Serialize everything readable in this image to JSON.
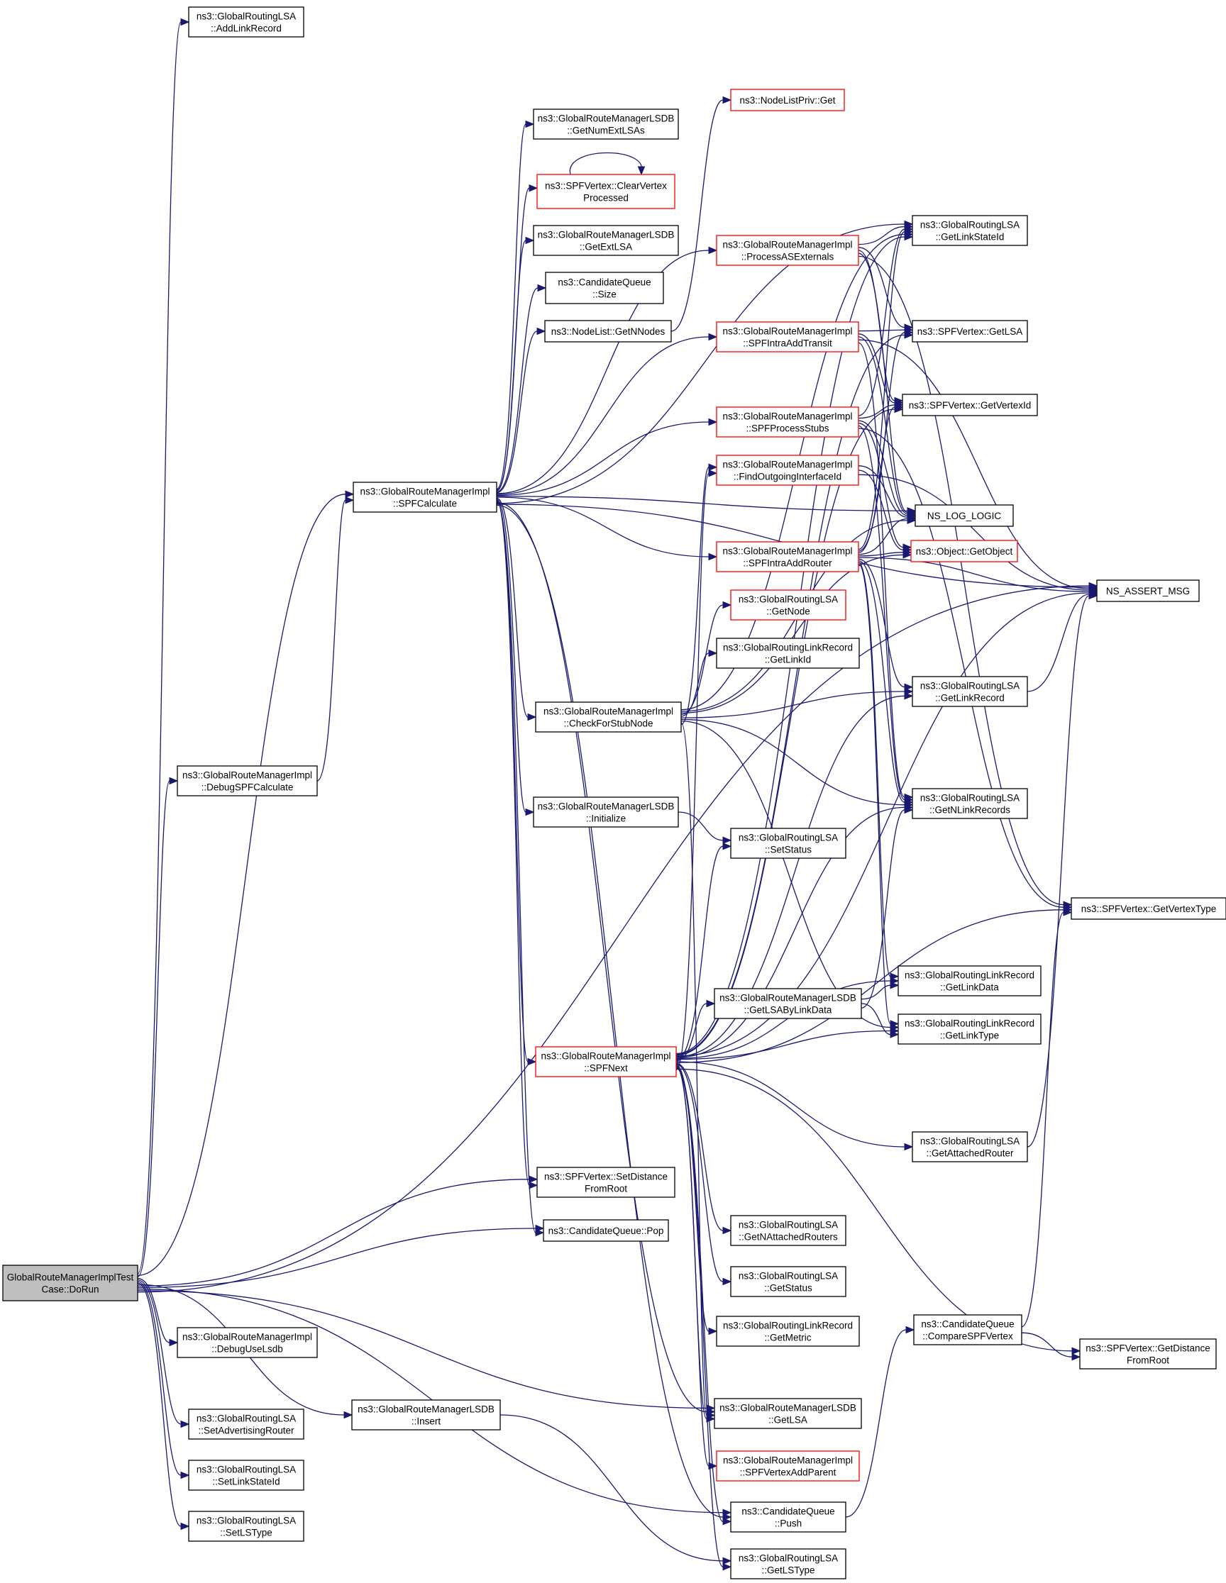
{
  "nodes": [
    {
      "id": "root",
      "lines": [
        "GlobalRouteManagerImplTest",
        "Case::DoRun"
      ],
      "style": "root"
    },
    {
      "id": "addlink",
      "lines": [
        "ns3::GlobalRoutingLSA",
        "::AddLinkRecord"
      ],
      "style": "normal"
    },
    {
      "id": "spfcalc",
      "lines": [
        "ns3::GlobalRouteManagerImpl",
        "::SPFCalculate"
      ],
      "style": "normal"
    },
    {
      "id": "debugspf",
      "lines": [
        "ns3::GlobalRouteManagerImpl",
        "::DebugSPFCalculate"
      ],
      "style": "normal"
    },
    {
      "id": "debuguse",
      "lines": [
        "ns3::GlobalRouteManagerImpl",
        "::DebugUseLsdb"
      ],
      "style": "normal"
    },
    {
      "id": "setadv",
      "lines": [
        "ns3::GlobalRoutingLSA",
        "::SetAdvertisingRouter"
      ],
      "style": "normal"
    },
    {
      "id": "setlsid",
      "lines": [
        "ns3::GlobalRoutingLSA",
        "::SetLinkStateId"
      ],
      "style": "normal"
    },
    {
      "id": "setlstype",
      "lines": [
        "ns3::GlobalRoutingLSA",
        "::SetLSType"
      ],
      "style": "normal"
    },
    {
      "id": "lsdbinsert",
      "lines": [
        "ns3::GlobalRouteManagerLSDB",
        "::Insert"
      ],
      "style": "normal"
    },
    {
      "id": "getnumext",
      "lines": [
        "ns3::GlobalRouteManagerLSDB",
        "::GetNumExtLSAs"
      ],
      "style": "normal"
    },
    {
      "id": "clearvp",
      "lines": [
        "ns3::SPFVertex::ClearVertex",
        "Processed"
      ],
      "style": "red"
    },
    {
      "id": "getextlsa",
      "lines": [
        "ns3::GlobalRouteManagerLSDB",
        "::GetExtLSA"
      ],
      "style": "normal"
    },
    {
      "id": "cqsize",
      "lines": [
        "ns3::CandidateQueue",
        "::Size"
      ],
      "style": "normal"
    },
    {
      "id": "getnnodes",
      "lines": [
        "ns3::NodeList::GetNNodes"
      ],
      "style": "normal"
    },
    {
      "id": "checkstub",
      "lines": [
        "ns3::GlobalRouteManagerImpl",
        "::CheckForStubNode"
      ],
      "style": "normal"
    },
    {
      "id": "lsdbinit",
      "lines": [
        "ns3::GlobalRouteManagerLSDB",
        "::Initialize"
      ],
      "style": "normal"
    },
    {
      "id": "spfnext",
      "lines": [
        "ns3::GlobalRouteManagerImpl",
        "::SPFNext"
      ],
      "style": "red"
    },
    {
      "id": "setdist",
      "lines": [
        "ns3::SPFVertex::SetDistance",
        "FromRoot"
      ],
      "style": "normal"
    },
    {
      "id": "cqpop",
      "lines": [
        "ns3::CandidateQueue::Pop"
      ],
      "style": "normal"
    },
    {
      "id": "nodelistpriv",
      "lines": [
        "ns3::NodeListPriv::Get"
      ],
      "style": "red"
    },
    {
      "id": "procasext",
      "lines": [
        "ns3::GlobalRouteManagerImpl",
        "::ProcessASExternals"
      ],
      "style": "red"
    },
    {
      "id": "intratransit",
      "lines": [
        "ns3::GlobalRouteManagerImpl",
        "::SPFIntraAddTransit"
      ],
      "style": "red"
    },
    {
      "id": "procstubs",
      "lines": [
        "ns3::GlobalRouteManagerImpl",
        "::SPFProcessStubs"
      ],
      "style": "red"
    },
    {
      "id": "findoutif",
      "lines": [
        "ns3::GlobalRouteManagerImpl",
        "::FindOutgoingInterfaceId"
      ],
      "style": "red"
    },
    {
      "id": "intrarouter",
      "lines": [
        "ns3::GlobalRouteManagerImpl",
        "::SPFIntraAddRouter"
      ],
      "style": "red"
    },
    {
      "id": "lsagetnode",
      "lines": [
        "ns3::GlobalRoutingLSA",
        "::GetNode"
      ],
      "style": "red"
    },
    {
      "id": "getlinkid",
      "lines": [
        "ns3::GlobalRoutingLinkRecord",
        "::GetLinkId"
      ],
      "style": "normal"
    },
    {
      "id": "setstatus",
      "lines": [
        "ns3::GlobalRoutingLSA",
        "::SetStatus"
      ],
      "style": "normal"
    },
    {
      "id": "getlsabyld",
      "lines": [
        "ns3::GlobalRouteManagerLSDB",
        "::GetLSAByLinkData"
      ],
      "style": "normal"
    },
    {
      "id": "getnattached",
      "lines": [
        "ns3::GlobalRoutingLSA",
        "::GetNAttachedRouters"
      ],
      "style": "normal"
    },
    {
      "id": "lsagetstatus",
      "lines": [
        "ns3::GlobalRoutingLSA",
        "::GetStatus"
      ],
      "style": "normal"
    },
    {
      "id": "getmetric",
      "lines": [
        "ns3::GlobalRoutingLinkRecord",
        "::GetMetric"
      ],
      "style": "normal"
    },
    {
      "id": "lsdbgetlsa",
      "lines": [
        "ns3::GlobalRouteManagerLSDB",
        "::GetLSA"
      ],
      "style": "normal"
    },
    {
      "id": "addparent",
      "lines": [
        "ns3::GlobalRouteManagerImpl",
        "::SPFVertexAddParent"
      ],
      "style": "red"
    },
    {
      "id": "cqpush",
      "lines": [
        "ns3::CandidateQueue",
        "::Push"
      ],
      "style": "normal"
    },
    {
      "id": "getlstype",
      "lines": [
        "ns3::GlobalRoutingLSA",
        "::GetLSType"
      ],
      "style": "normal"
    },
    {
      "id": "getlsid",
      "lines": [
        "ns3::GlobalRoutingLSA",
        "::GetLinkStateId"
      ],
      "style": "normal"
    },
    {
      "id": "vgetlsa",
      "lines": [
        "ns3::SPFVertex::GetLSA"
      ],
      "style": "normal"
    },
    {
      "id": "vgetvid",
      "lines": [
        "ns3::SPFVertex::GetVertexId"
      ],
      "style": "normal"
    },
    {
      "id": "nslog",
      "lines": [
        "NS_LOG_LOGIC"
      ],
      "style": "normal"
    },
    {
      "id": "getobject",
      "lines": [
        "ns3::Object::GetObject"
      ],
      "style": "red"
    },
    {
      "id": "getlinkrec",
      "lines": [
        "ns3::GlobalRoutingLSA",
        "::GetLinkRecord"
      ],
      "style": "normal"
    },
    {
      "id": "getnlinkrecs",
      "lines": [
        "ns3::GlobalRoutingLSA",
        "::GetNLinkRecords"
      ],
      "style": "normal"
    },
    {
      "id": "getlinkdata",
      "lines": [
        "ns3::GlobalRoutingLinkRecord",
        "::GetLinkData"
      ],
      "style": "normal"
    },
    {
      "id": "getlinktype",
      "lines": [
        "ns3::GlobalRoutingLinkRecord",
        "::GetLinkType"
      ],
      "style": "normal"
    },
    {
      "id": "getattached",
      "lines": [
        "ns3::GlobalRoutingLSA",
        "::GetAttachedRouter"
      ],
      "style": "normal"
    },
    {
      "id": "cmpspf",
      "lines": [
        "ns3::CandidateQueue",
        "::CompareSPFVertex"
      ],
      "style": "normal"
    },
    {
      "id": "nsassert",
      "lines": [
        "NS_ASSERT_MSG"
      ],
      "style": "normal"
    },
    {
      "id": "getvtype",
      "lines": [
        "ns3::SPFVertex::GetVertexType"
      ],
      "style": "normal"
    },
    {
      "id": "getdist",
      "lines": [
        "ns3::SPFVertex::GetDistance",
        "FromRoot"
      ],
      "style": "normal"
    }
  ],
  "edges": [
    [
      "root",
      "addlink"
    ],
    [
      "root",
      "spfcalc"
    ],
    [
      "root",
      "debugspf"
    ],
    [
      "root",
      "debuguse"
    ],
    [
      "root",
      "setadv"
    ],
    [
      "root",
      "setlsid"
    ],
    [
      "root",
      "setlstype"
    ],
    [
      "root",
      "lsdbinsert"
    ],
    [
      "root",
      "setdist"
    ],
    [
      "root",
      "cqpop"
    ],
    [
      "root",
      "cqpush"
    ],
    [
      "root",
      "lsdbgetlsa"
    ],
    [
      "root",
      "nsassert"
    ],
    [
      "debugspf",
      "spfcalc"
    ],
    [
      "lsdbinsert",
      "getlstype"
    ],
    [
      "spfcalc",
      "getnumext"
    ],
    [
      "spfcalc",
      "clearvp"
    ],
    [
      "spfcalc",
      "getextlsa"
    ],
    [
      "spfcalc",
      "cqsize"
    ],
    [
      "spfcalc",
      "getnnodes"
    ],
    [
      "spfcalc",
      "procasext"
    ],
    [
      "spfcalc",
      "intratransit"
    ],
    [
      "spfcalc",
      "procstubs"
    ],
    [
      "spfcalc",
      "nslog"
    ],
    [
      "spfcalc",
      "intrarouter"
    ],
    [
      "spfcalc",
      "checkstub"
    ],
    [
      "spfcalc",
      "lsdbinit"
    ],
    [
      "spfcalc",
      "spfnext"
    ],
    [
      "spfcalc",
      "setdist"
    ],
    [
      "spfcalc",
      "cqpop"
    ],
    [
      "spfcalc",
      "lsdbgetlsa"
    ],
    [
      "spfcalc",
      "getlsid"
    ],
    [
      "spfcalc",
      "nsassert"
    ],
    [
      "spfcalc",
      "cqpush"
    ],
    [
      "clearvp",
      "clearvp"
    ],
    [
      "getnnodes",
      "nodelistpriv"
    ],
    [
      "procasext",
      "getlsid"
    ],
    [
      "procasext",
      "vgetlsa"
    ],
    [
      "procasext",
      "vgetvid"
    ],
    [
      "procasext",
      "nslog"
    ],
    [
      "procasext",
      "getvtype"
    ],
    [
      "intratransit",
      "vgetlsa"
    ],
    [
      "intratransit",
      "vgetvid"
    ],
    [
      "intratransit",
      "nslog"
    ],
    [
      "intratransit",
      "nsassert"
    ],
    [
      "intratransit",
      "getnlinkrecs"
    ],
    [
      "procstubs",
      "getlsid"
    ],
    [
      "procstubs",
      "vgetvid"
    ],
    [
      "procstubs",
      "nslog"
    ],
    [
      "procstubs",
      "getobject"
    ],
    [
      "procstubs",
      "getnlinkrecs"
    ],
    [
      "procstubs",
      "getvtype"
    ],
    [
      "findoutif",
      "nslog"
    ],
    [
      "findoutif",
      "getobject"
    ],
    [
      "findoutif",
      "nsassert"
    ],
    [
      "intrarouter",
      "getlsid"
    ],
    [
      "intrarouter",
      "vgetlsa"
    ],
    [
      "intrarouter",
      "vgetvid"
    ],
    [
      "intrarouter",
      "nslog"
    ],
    [
      "intrarouter",
      "getobject"
    ],
    [
      "intrarouter",
      "nsassert"
    ],
    [
      "intrarouter",
      "getlinkrec"
    ],
    [
      "intrarouter",
      "getnlinkrecs"
    ],
    [
      "intrarouter",
      "getlinkdata"
    ],
    [
      "intrarouter",
      "getlinktype"
    ],
    [
      "checkstub",
      "getlsid"
    ],
    [
      "checkstub",
      "nslog"
    ],
    [
      "checkstub",
      "getobject"
    ],
    [
      "checkstub",
      "lsagetnode"
    ],
    [
      "checkstub",
      "getlinkid"
    ],
    [
      "checkstub",
      "getlinkrec"
    ],
    [
      "checkstub",
      "getnlinkrecs"
    ],
    [
      "checkstub",
      "getlinktype"
    ],
    [
      "checkstub",
      "lsdbgetlsa"
    ],
    [
      "checkstub",
      "findoutif"
    ],
    [
      "lsdbinit",
      "setstatus"
    ],
    [
      "spfnext",
      "getlsid"
    ],
    [
      "spfnext",
      "vgetlsa"
    ],
    [
      "spfnext",
      "vgetvid"
    ],
    [
      "spfnext",
      "nsassert"
    ],
    [
      "spfnext",
      "getlinkrec"
    ],
    [
      "spfnext",
      "getnlinkrecs"
    ],
    [
      "spfnext",
      "getlinkdata"
    ],
    [
      "spfnext",
      "getlinktype"
    ],
    [
      "spfnext",
      "setstatus"
    ],
    [
      "spfnext",
      "getlsabyld"
    ],
    [
      "spfnext",
      "getattached"
    ],
    [
      "spfnext",
      "getvtype"
    ],
    [
      "spfnext",
      "getnattached"
    ],
    [
      "spfnext",
      "lsagetstatus"
    ],
    [
      "spfnext",
      "getmetric"
    ],
    [
      "spfnext",
      "lsdbgetlsa"
    ],
    [
      "spfnext",
      "addparent"
    ],
    [
      "spfnext",
      "cqpush"
    ],
    [
      "spfnext",
      "getlstype"
    ],
    [
      "spfnext",
      "getdist"
    ],
    [
      "spfnext",
      "findoutif"
    ],
    [
      "getlsabyld",
      "getlinkdata"
    ],
    [
      "getlsabyld",
      "getlinktype"
    ],
    [
      "getlsabyld",
      "getnlinkrecs"
    ],
    [
      "getlinkrec",
      "nsassert"
    ],
    [
      "getattached",
      "nsassert"
    ],
    [
      "cqpush",
      "cmpspf"
    ],
    [
      "cmpspf",
      "getvtype"
    ],
    [
      "cmpspf",
      "getdist"
    ]
  ]
}
